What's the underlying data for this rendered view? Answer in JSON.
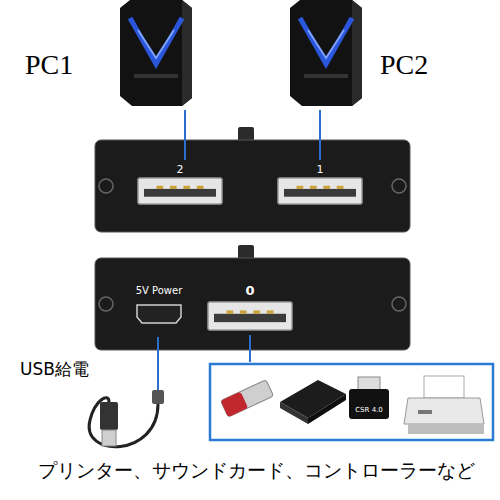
{
  "diagram": {
    "caption": "プリンター、サウンドカード、コントローラーなど",
    "nodes": [
      {
        "text": [
          "PC1"
        ]
      },
      {
        "text": [
          "PC2"
        ]
      },
      {
        "text": [
          "2"
        ]
      },
      {
        "text": [
          "1"
        ]
      },
      {
        "text": [
          "5V Power"
        ]
      },
      {
        "text": [
          "0"
        ]
      },
      {
        "text": [
          "プリンター、サウンドカード、コントローラーなど"
        ]
      }
    ],
    "edges": [
      {
        "from": 0,
        "to": 2,
        "arrow": "none"
      },
      {
        "from": 1,
        "to": 3,
        "arrow": "none"
      },
      {
        "from": 5,
        "to": 6,
        "arrow": "none"
      }
    ],
    "labels": [
      "USB給電",
      "CSR 4.0"
    ]
  }
}
